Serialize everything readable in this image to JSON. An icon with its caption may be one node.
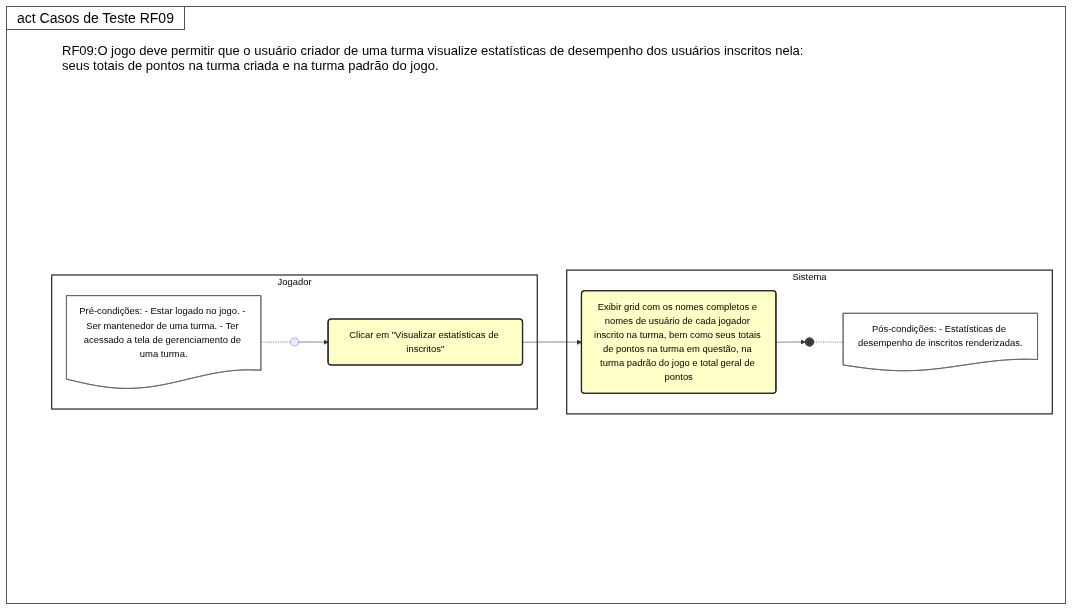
{
  "diagram": {
    "title": "act Casos de Teste RF09",
    "labels": [
      "RF09:O jogo deve permitir que o usuário criador de uma turma visualize estatísticas de desempenho dos usuários inscritos nela: seus totais de pontos na turma criada e na turma padrão do jogo."
    ],
    "nodes": [
      {
        "text": [
          "Jogador"
        ]
      },
      {
        "text": [
          "Sistema"
        ]
      },
      {
        "text": [
          "Pré-condições: - Estar logado no jogo. - Ser mantenedor de uma turma. - Ter acessado a tela de gerenciamento de uma turma."
        ],
        "in": 0
      },
      {
        "text": [],
        "shape": "circle",
        "in": 0
      },
      {
        "text": [
          "Clicar em \"Visualizar estatísticas de inscritos\""
        ],
        "in": 0
      },
      {
        "text": [
          "Exibir grid com os nomes completos e nomes de usuário de cada jogador inscrito na turma, bem como seus totais de pontos na turma em questão, na turma padrão do jogo e total geral de pontos"
        ],
        "in": 1
      },
      {
        "text": [],
        "shape": "circle",
        "in": 1
      },
      {
        "text": [
          "Pós-condições: - Estatísticas de desempenho de inscritos renderizadas."
        ],
        "in": 1
      }
    ],
    "edges": [
      {
        "from": 2,
        "to": 3,
        "arrow": "none",
        "style": "dashed"
      },
      {
        "from": 3,
        "to": 4,
        "arrow": "to"
      },
      {
        "from": 4,
        "to": 5,
        "arrow": "to"
      },
      {
        "from": 5,
        "to": 6,
        "arrow": "to"
      },
      {
        "from": 6,
        "to": 7,
        "arrow": "none",
        "style": "dashed"
      }
    ]
  }
}
